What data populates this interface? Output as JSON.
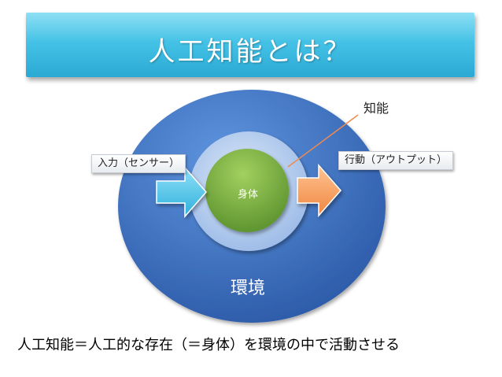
{
  "title": "人工知能とは？",
  "diagram": {
    "intelligence_label": "知能",
    "output_label": "行動（アウトプット）",
    "input_label": "入力（センサー）",
    "body_label": "身体",
    "environment_label": "環境"
  },
  "caption": "人工知能＝人工的な存在（＝身体）を環境の中で活動させる",
  "colors": {
    "title_bar": "#45c2e6",
    "environment_circle": "#3a6fc4",
    "intelligence_ring": "#a9c6ec",
    "body_circle": "#74ad3c",
    "input_arrow": "#4fc4e8",
    "output_arrow": "#f59a57",
    "pointer_line": "#f08a50"
  }
}
